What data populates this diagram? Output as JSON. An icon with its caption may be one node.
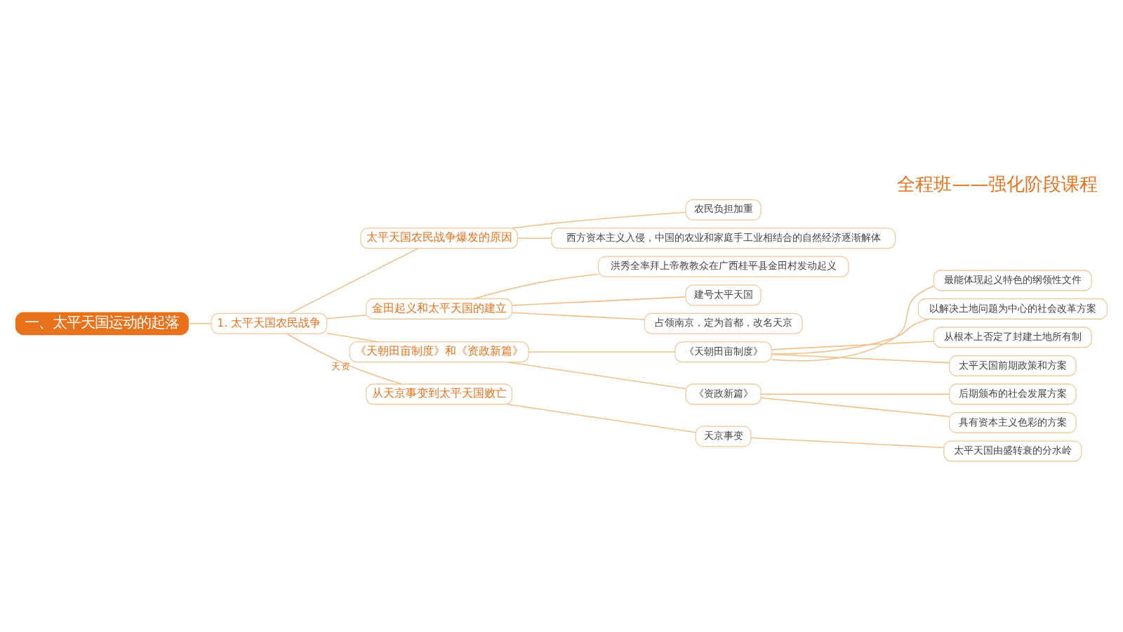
{
  "diagram": {
    "title": "全程班——强化阶段课程",
    "nodes": [
      {
        "text": [
          "一、太平天国运动的起落"
        ]
      },
      {
        "text": [
          "1. 太平天国农民战争"
        ]
      },
      {
        "text": [
          "太平天国农民战争爆发的原因"
        ]
      },
      {
        "text": [
          "农民负担加重"
        ]
      },
      {
        "text": [
          "西方资本主义入侵，中国的农业和家庭手工业相结合的自然经济逐渐解体"
        ]
      },
      {
        "text": [
          "金田起义和太平天国的建立"
        ]
      },
      {
        "text": [
          "洪秀全率拜上帝教教众在广西桂平县金田村发动起义"
        ]
      },
      {
        "text": [
          "建号太平天国"
        ]
      },
      {
        "text": [
          "占领南京，定为首都，改名天京"
        ]
      },
      {
        "text": [
          "《天朝田亩制度》和《资政新篇》"
        ],
        "beside": [
          "天资"
        ]
      },
      {
        "text": [
          "《天朝田亩制度》"
        ]
      },
      {
        "text": [
          "最能体现起义特色的纲领性文件"
        ]
      },
      {
        "text": [
          "以解决土地问题为中心的社会改革方案"
        ]
      },
      {
        "text": [
          "从根本上否定了封建土地所有制"
        ]
      },
      {
        "text": [
          "太平天国前期政策和方案"
        ]
      },
      {
        "text": [
          "《资政新篇》"
        ]
      },
      {
        "text": [
          "后期颁布的社会发展方案"
        ]
      },
      {
        "text": [
          "具有资本主义色彩的方案"
        ]
      },
      {
        "text": [
          "从天京事变到太平天国败亡"
        ]
      },
      {
        "text": [
          "天京事变"
        ]
      },
      {
        "text": [
          "太平天国由盛转衰的分水岭"
        ]
      }
    ],
    "edges": [
      {
        "from": 0,
        "to": 1,
        "arrow": "none"
      },
      {
        "from": 1,
        "to": 2,
        "arrow": "none"
      },
      {
        "from": 2,
        "to": 3,
        "arrow": "none"
      },
      {
        "from": 2,
        "to": 4,
        "arrow": "none"
      },
      {
        "from": 1,
        "to": 5,
        "arrow": "none"
      },
      {
        "from": 5,
        "to": 6,
        "arrow": "none"
      },
      {
        "from": 5,
        "to": 7,
        "arrow": "none"
      },
      {
        "from": 5,
        "to": 8,
        "arrow": "none"
      },
      {
        "from": 1,
        "to": 9,
        "arrow": "none"
      },
      {
        "from": 9,
        "to": 10,
        "arrow": "none"
      },
      {
        "from": 10,
        "to": 11,
        "arrow": "none"
      },
      {
        "from": 10,
        "to": 12,
        "arrow": "none"
      },
      {
        "from": 10,
        "to": 13,
        "arrow": "none"
      },
      {
        "from": 10,
        "to": 14,
        "arrow": "none"
      },
      {
        "from": 9,
        "to": 15,
        "arrow": "none"
      },
      {
        "from": 15,
        "to": 16,
        "arrow": "none"
      },
      {
        "from": 15,
        "to": 17,
        "arrow": "none"
      },
      {
        "from": 1,
        "to": 18,
        "arrow": "none"
      },
      {
        "from": 18,
        "to": 19,
        "arrow": "none"
      },
      {
        "from": 19,
        "to": 20,
        "arrow": "none"
      }
    ]
  }
}
